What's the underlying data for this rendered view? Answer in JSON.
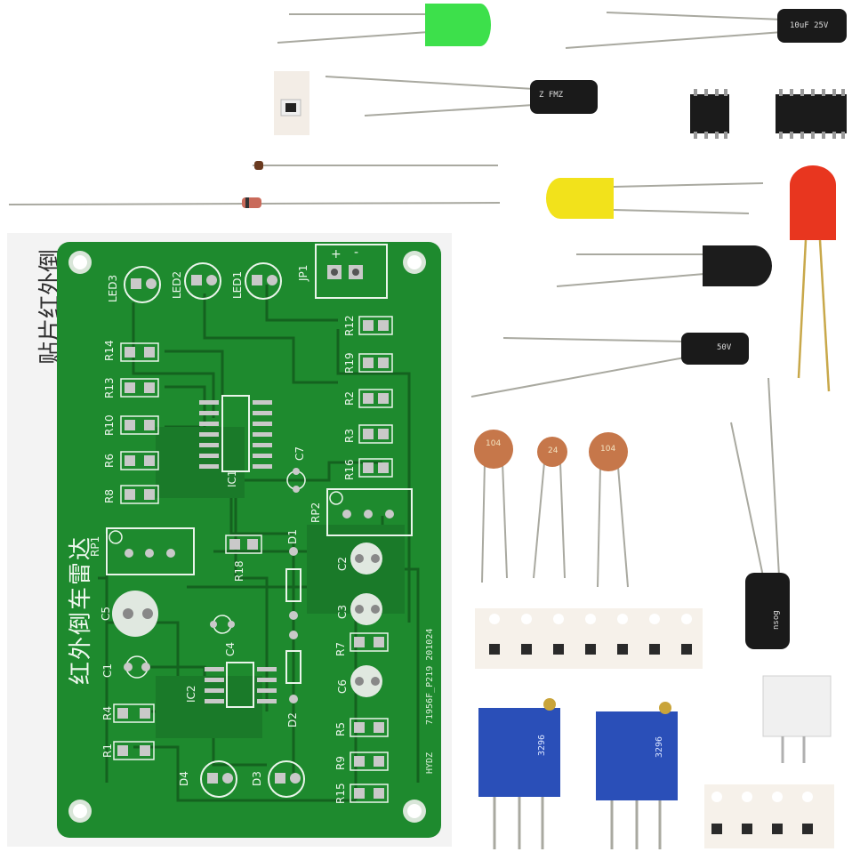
{
  "image": {
    "description_language": "zh",
    "paper_text": "贴片红外倒",
    "board": {
      "title": "红外倒车雷达",
      "footprint_code": "71956F_P219 201024",
      "maker_mark": "HYDZ",
      "labels": {
        "jp1": "JP1",
        "led1": "LED1",
        "led2": "LED2",
        "led3": "LED3",
        "r12": "R12",
        "r19": "R19",
        "r2": "R2",
        "r3": "R3",
        "r16": "R16",
        "r14": "R14",
        "r13": "R13",
        "r10": "R10",
        "r6": "R6",
        "r8": "R8",
        "ic1": "IC1",
        "c7": "C7",
        "rp2": "RP2",
        "rp1": "RP1",
        "r18": "R18",
        "d1": "D1",
        "c2": "C2",
        "c3": "C3",
        "c5": "C5",
        "c4": "C4",
        "ic2": "IC2",
        "c1": "C1",
        "r4": "R4",
        "r1": "R1",
        "d2": "D2",
        "r7": "R7",
        "c6": "C6",
        "r5": "R5",
        "r9": "R9",
        "r15": "R15",
        "d4": "D4",
        "d3": "D3",
        "plus": "+",
        "minus": "-"
      }
    },
    "components": {
      "ceramic_caps": [
        "104",
        "24",
        "104"
      ],
      "elec_top": "10uF 25V",
      "elec_mid": "Z FMZ",
      "elec_right": "50V",
      "elec_big": "nsog",
      "trimmer_1": "3296",
      "trimmer_2": "3296"
    },
    "colors": {
      "pcb": "#1e8a2e",
      "pcb_dark": "#14621f",
      "silk": "#e9f5ea",
      "led_green": "#3de04b",
      "led_yellow": "#f2e21b",
      "led_red": "#e8361f",
      "trimmer_blue": "#2a4fb8",
      "ceramic": "#c6774a"
    }
  }
}
